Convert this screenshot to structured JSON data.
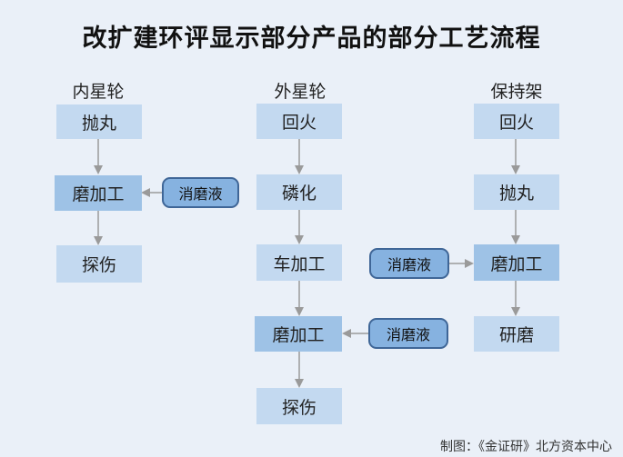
{
  "title": "改扩建环评显示部分产品的部分工艺流程",
  "columns": [
    {
      "head": "内星轮",
      "steps": [
        "抛丸",
        "磨加工",
        "探伤"
      ],
      "input": "消磨液"
    },
    {
      "head": "外星轮",
      "steps": [
        "回火",
        "磷化",
        "车加工",
        "磨加工",
        "探伤"
      ],
      "input": "消磨液"
    },
    {
      "head": "保持架",
      "steps": [
        "回火",
        "抛丸",
        "磨加工",
        "研磨"
      ],
      "input": "消磨液"
    }
  ],
  "credit": "制图：《金证研》北方资本中心"
}
